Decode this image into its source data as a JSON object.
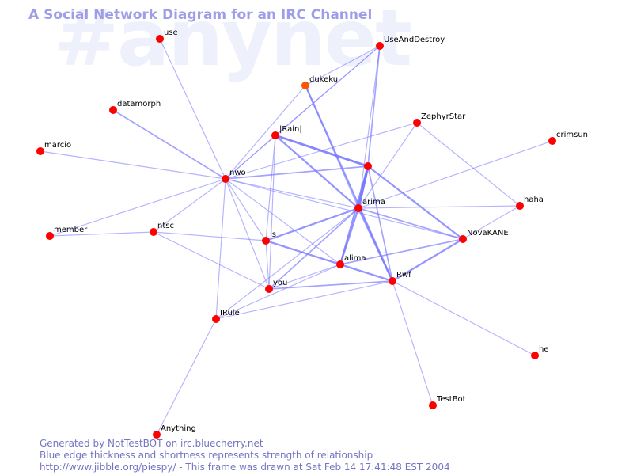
{
  "watermark": "#anynet",
  "title": "A Social Network Diagram for an IRC Channel",
  "footer": {
    "line1": "Generated by NotTestBOT on irc.bluecherry.net",
    "line2": "Blue edge thickness and shortness represents strength of relationship",
    "line3": "http://www.jibble.org/piespy/ - This frame was drawn at Sat Feb 14 17:41:48 EST 2004"
  },
  "colors": {
    "node": "#ff0000",
    "node_highlight": "#ff5500",
    "edge": "#7777ff",
    "title": "#9e9ee8",
    "footer": "#7474c4",
    "watermark": "#eef0fb"
  },
  "nodes": [
    {
      "name": "use"
    },
    {
      "name": "UseAndDestroy"
    },
    {
      "name": "dukeku",
      "highlight": true
    },
    {
      "name": "datamorph"
    },
    {
      "name": "ZephyrStar"
    },
    {
      "name": "|Rain|"
    },
    {
      "name": "marcio"
    },
    {
      "name": "crimsun"
    },
    {
      "name": "i"
    },
    {
      "name": "nwo"
    },
    {
      "name": "arima"
    },
    {
      "name": "haha"
    },
    {
      "name": "member"
    },
    {
      "name": "ntsc"
    },
    {
      "name": "is"
    },
    {
      "name": "NovaKANE"
    },
    {
      "name": "alima"
    },
    {
      "name": "Rwf"
    },
    {
      "name": "you"
    },
    {
      "name": "IRule"
    },
    {
      "name": "he"
    },
    {
      "name": "TestBot"
    },
    {
      "name": "Anything"
    }
  ],
  "edges": [
    {
      "a": "use",
      "b": "nwo",
      "w": 1
    },
    {
      "a": "datamorph",
      "b": "nwo",
      "w": 2
    },
    {
      "a": "marcio",
      "b": "nwo",
      "w": 1
    },
    {
      "a": "member",
      "b": "nwo",
      "w": 1
    },
    {
      "a": "member",
      "b": "ntsc",
      "w": 1
    },
    {
      "a": "ntsc",
      "b": "nwo",
      "w": 1
    },
    {
      "a": "ntsc",
      "b": "is",
      "w": 1
    },
    {
      "a": "ntsc",
      "b": "you",
      "w": 1
    },
    {
      "a": "nwo",
      "b": "UseAndDestroy",
      "w": 1
    },
    {
      "a": "nwo",
      "b": "dukeku",
      "w": 1
    },
    {
      "a": "nwo",
      "b": "|Rain|",
      "w": 1
    },
    {
      "a": "nwo",
      "b": "i",
      "w": 2
    },
    {
      "a": "nwo",
      "b": "ZephyrStar",
      "w": 1
    },
    {
      "a": "nwo",
      "b": "arima",
      "w": 1
    },
    {
      "a": "nwo",
      "b": "is",
      "w": 1
    },
    {
      "a": "nwo",
      "b": "alima",
      "w": 1
    },
    {
      "a": "nwo",
      "b": "you",
      "w": 1
    },
    {
      "a": "nwo",
      "b": "IRule",
      "w": 1
    },
    {
      "a": "nwo",
      "b": "NovaKANE",
      "w": 1
    },
    {
      "a": "UseAndDestroy",
      "b": "dukeku",
      "w": 1
    },
    {
      "a": "UseAndDestroy",
      "b": "i",
      "w": 2
    },
    {
      "a": "UseAndDestroy",
      "b": "|Rain|",
      "w": 1
    },
    {
      "a": "UseAndDestroy",
      "b": "arima",
      "w": 1
    },
    {
      "a": "dukeku",
      "b": "Rwf",
      "w": 3
    },
    {
      "a": "dukeku",
      "b": "arima",
      "w": 1
    },
    {
      "a": "ZephyrStar",
      "b": "haha",
      "w": 1
    },
    {
      "a": "ZephyrStar",
      "b": "arima",
      "w": 1
    },
    {
      "a": "|Rain|",
      "b": "i",
      "w": 4
    },
    {
      "a": "|Rain|",
      "b": "arima",
      "w": 3
    },
    {
      "a": "|Rain|",
      "b": "is",
      "w": 1
    },
    {
      "a": "|Rain|",
      "b": "you",
      "w": 1
    },
    {
      "a": "crimsun",
      "b": "arima",
      "w": 1
    },
    {
      "a": "i",
      "b": "arima",
      "w": 5
    },
    {
      "a": "i",
      "b": "alima",
      "w": 3
    },
    {
      "a": "i",
      "b": "Rwf",
      "w": 2
    },
    {
      "a": "i",
      "b": "NovaKANE",
      "w": 3
    },
    {
      "a": "arima",
      "b": "haha",
      "w": 1
    },
    {
      "a": "arima",
      "b": "is",
      "w": 3
    },
    {
      "a": "arima",
      "b": "NovaKANE",
      "w": 2
    },
    {
      "a": "arima",
      "b": "alima",
      "w": 3
    },
    {
      "a": "arima",
      "b": "Rwf",
      "w": 3
    },
    {
      "a": "arima",
      "b": "you",
      "w": 2
    },
    {
      "a": "arima",
      "b": "IRule",
      "w": 1
    },
    {
      "a": "haha",
      "b": "NovaKANE",
      "w": 1
    },
    {
      "a": "is",
      "b": "alima",
      "w": 3
    },
    {
      "a": "is",
      "b": "you",
      "w": 1
    },
    {
      "a": "alima",
      "b": "Rwf",
      "w": 3
    },
    {
      "a": "alima",
      "b": "NovaKANE",
      "w": 2
    },
    {
      "a": "alima",
      "b": "IRule",
      "w": 1
    },
    {
      "a": "alima",
      "b": "you",
      "w": 1
    },
    {
      "a": "NovaKANE",
      "b": "Rwf",
      "w": 3
    },
    {
      "a": "Rwf",
      "b": "you",
      "w": 2
    },
    {
      "a": "Rwf",
      "b": "he",
      "w": 1
    },
    {
      "a": "Rwf",
      "b": "TestBot",
      "w": 1
    },
    {
      "a": "Rwf",
      "b": "IRule",
      "w": 1
    },
    {
      "a": "IRule",
      "b": "Anything",
      "w": 1
    }
  ]
}
